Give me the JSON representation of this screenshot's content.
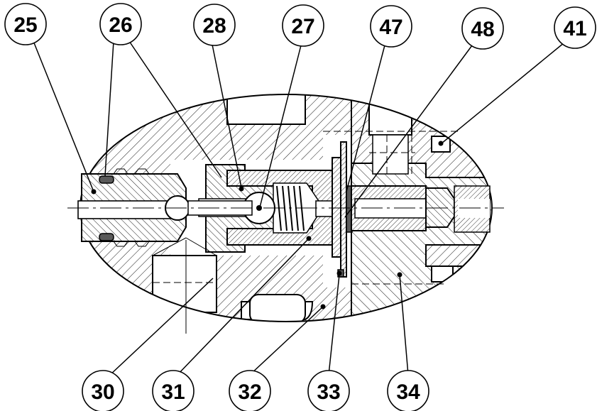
{
  "callouts": {
    "c25": "25",
    "c26": "26",
    "c28": "28",
    "c27": "27",
    "c47": "47",
    "c48": "48",
    "c41": "41",
    "c30": "30",
    "c31": "31",
    "c32": "32",
    "c33": "33",
    "c34": "34"
  },
  "colors": {
    "line": "#000000",
    "background": "#ffffff",
    "dark_fill": "#5a5a5a"
  }
}
